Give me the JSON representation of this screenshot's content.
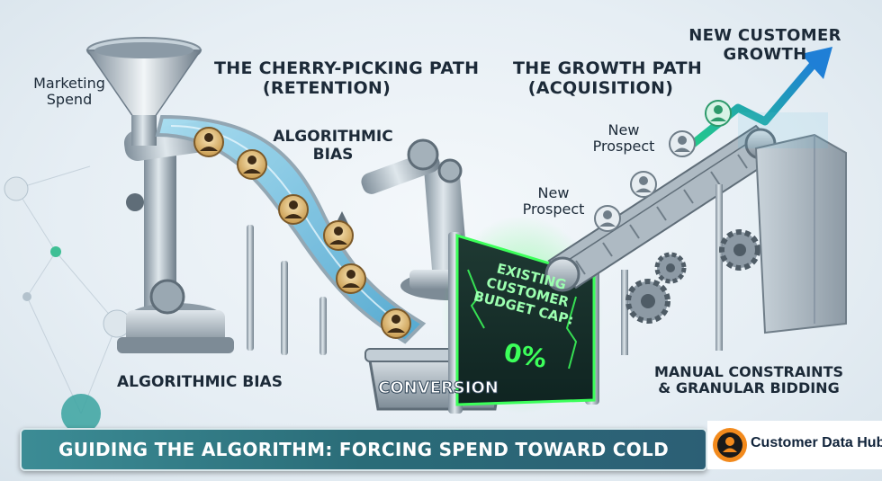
{
  "labels": {
    "marketing_spend": "Marketing\nSpend",
    "cherry_path": "THE CHERRY-PICKING PATH\n(RETENTION)",
    "algo_bias_top": "ALGORITHMIC\nBIAS",
    "growth_path": "THE GROWTH PATH\n(ACQUISITION)",
    "new_customer_growth": "NEW CUSTOMER\nGROWTH",
    "new_prospect_1": "New\nProspect",
    "new_prospect_2": "New\nProspect",
    "algo_bias_bottom": "ALGORITHMIC BIAS",
    "manual_constraints": "MANUAL CONSTRAINTS\n& GRANULAR BIDDING",
    "gate_text": "EXISTING\nCUSTOMER\nBUDGET CAP:",
    "gate_value": "0%",
    "bin_label": "CONVERSION"
  },
  "banner": {
    "title": "GUIDING THE ALGORITHM: FORCING SPEND TOWARD COLD AUDIENCES"
  },
  "brand": {
    "name": "Customer Data Hub",
    "accent": "#f28a1d"
  },
  "colors": {
    "gate_glow": "#3cff5a",
    "slide": "#62b8dc",
    "arrow": "#1e88c8",
    "banner": "#2f7a86"
  },
  "icons": [
    "funnel-icon",
    "robot-arm-icon",
    "conveyor-icon",
    "gear-icon",
    "person-icon",
    "growth-arrow-icon"
  ]
}
